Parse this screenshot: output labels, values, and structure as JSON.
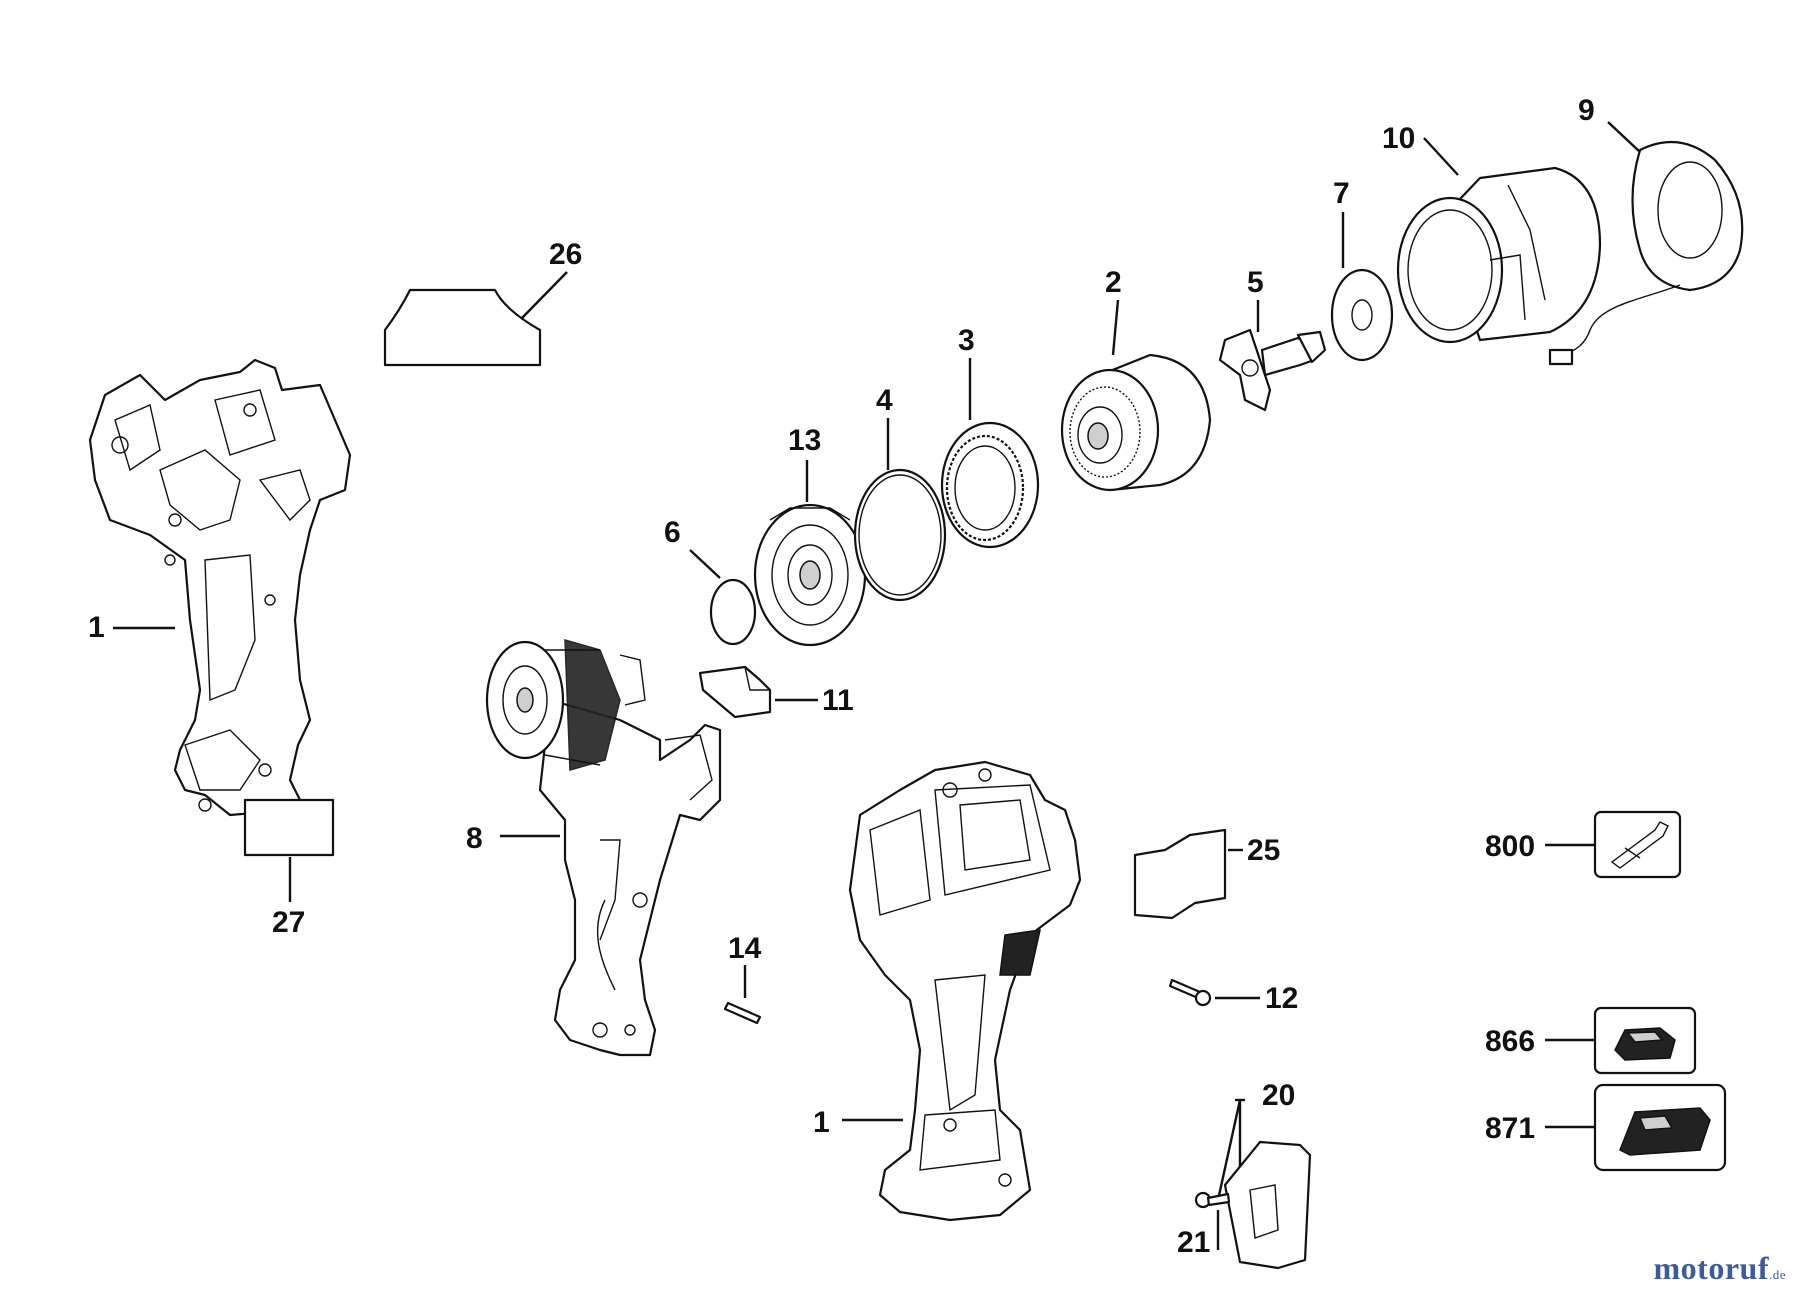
{
  "labels": {
    "l1a": "1",
    "l1b": "1",
    "l2": "2",
    "l3": "3",
    "l4": "4",
    "l5": "5",
    "l6": "6",
    "l7": "7",
    "l8": "8",
    "l9": "9",
    "l10": "10",
    "l11": "11",
    "l12": "12",
    "l13": "13",
    "l14": "14",
    "l20": "20",
    "l21": "21",
    "l25": "25",
    "l26": "26",
    "l27": "27",
    "l800": "800",
    "l866": "866",
    "l871": "871"
  },
  "watermark": {
    "main": "motoruf",
    "tld": ".de"
  }
}
